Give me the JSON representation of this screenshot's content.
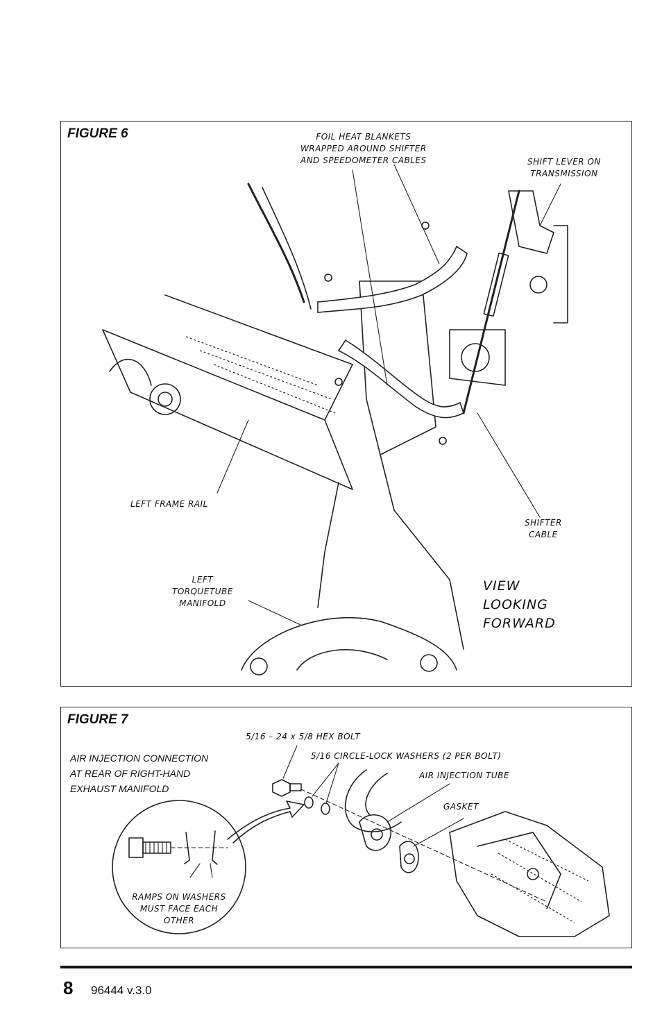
{
  "figure6": {
    "title": "FIGURE 6",
    "labels": {
      "foil_heat_blankets": [
        "FOIL HEAT BLANKETS",
        "WRAPPED AROUND SHIFTER",
        "AND SPEEDOMETER CABLES"
      ],
      "shift_lever": [
        "SHIFT LEVER ON",
        "TRANSMISSION"
      ],
      "left_frame_rail": "LEFT FRAME RAIL",
      "shifter_cable": [
        "SHIFTER",
        "CABLE"
      ],
      "left_torquetube": [
        "LEFT",
        "TORQUETUBE",
        "MANIFOLD"
      ],
      "view": [
        "VIEW",
        "LOOKING",
        "FORWARD"
      ]
    }
  },
  "figure7": {
    "title": "FIGURE 7",
    "labels": {
      "hex_bolt": "5/16 – 24 x 5/8 HEX BOLT",
      "washers": "5/16 CIRCLE-LOCK WASHERS (2 PER BOLT)",
      "air_tube": "AIR INJECTION TUBE",
      "gasket": "GASKET",
      "caption": [
        "AIR INJECTION  CONNECTION",
        "AT REAR OF RIGHT-HAND",
        "EXHAUST MANIFOLD"
      ],
      "ramps": [
        "RAMPS ON WASHERS",
        "MUST FACE EACH",
        "OTHER"
      ]
    }
  },
  "footer": {
    "page_number": "8",
    "doc_code": "96444 v.3.0"
  }
}
